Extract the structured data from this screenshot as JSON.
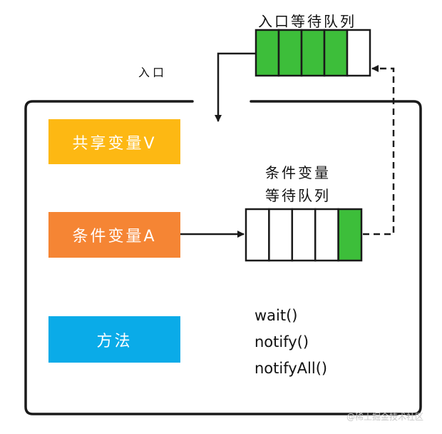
{
  "entry_queue": {
    "title": "入口等待队列",
    "slots": [
      true,
      true,
      true,
      true,
      false
    ]
  },
  "entry_label": "入口",
  "monitor": {
    "shared_variable": "共享变量V",
    "condition_variable": "条件变量A",
    "methods_box": "方法",
    "methods": [
      "wait()",
      "notify()",
      "notifyAll()"
    ]
  },
  "condition_queue": {
    "title_line1": "条件变量",
    "title_line2": "等待队列",
    "slots": [
      false,
      false,
      false,
      false,
      true
    ]
  },
  "colors": {
    "filled_slot": "#3dbe3a",
    "shared_box": "#fdb813",
    "condition_box": "#f58534",
    "methods_box": "#0aabe8",
    "outline": "#1a1a1a"
  },
  "watermark": "@稀土掘金技术社区"
}
